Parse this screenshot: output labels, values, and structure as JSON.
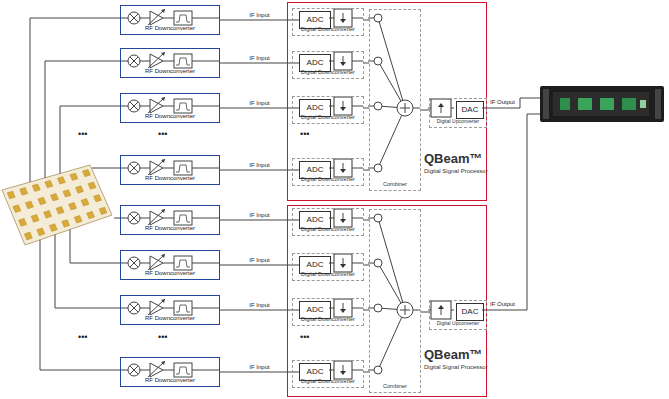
{
  "diagram": {
    "nodes": [
      {
        "text": [
          "RF Downconverter"
        ]
      },
      {
        "text": [
          "RF Downconverter"
        ]
      },
      {
        "text": [
          "RF Downconverter"
        ]
      },
      {
        "text": [
          "RF Downconverter"
        ]
      },
      {
        "text": [
          "QBeam™",
          "Digital Signal Processor"
        ]
      },
      {
        "text": [
          "Digital Downconverter"
        ],
        "in": 4
      },
      {
        "text": [
          "ADC"
        ],
        "in": 5
      },
      {
        "text": [
          "Digital Downconverter"
        ],
        "in": 4
      },
      {
        "text": [
          "ADC"
        ],
        "in": 7
      },
      {
        "text": [
          "Digital Downconverter"
        ],
        "in": 4
      },
      {
        "text": [
          "ADC"
        ],
        "in": 9
      },
      {
        "text": [
          "Digital Downconverter"
        ],
        "in": 4
      },
      {
        "text": [
          "ADC"
        ],
        "in": 11
      },
      {
        "text": [
          "Combiner"
        ],
        "in": 4
      },
      {
        "text": [
          "Digital Upconverter"
        ],
        "in": 4
      },
      {
        "text": [
          "DAC"
        ],
        "in": 14
      },
      {
        "text": [
          "RF Downconverter"
        ]
      },
      {
        "text": [
          "RF Downconverter"
        ]
      },
      {
        "text": [
          "RF Downconverter"
        ]
      },
      {
        "text": [
          "RF Downconverter"
        ]
      },
      {
        "text": [
          "QBeam™",
          "Digital Signal Processor"
        ]
      },
      {
        "text": [
          "Digital Downconverter"
        ],
        "in": 20
      },
      {
        "text": [
          "ADC"
        ],
        "in": 21
      },
      {
        "text": [
          "Digital Downconverter"
        ],
        "in": 20
      },
      {
        "text": [
          "ADC"
        ],
        "in": 23
      },
      {
        "text": [
          "Digital Downconverter"
        ],
        "in": 20
      },
      {
        "text": [
          "ADC"
        ],
        "in": 25
      },
      {
        "text": [
          "Digital Downconverter"
        ],
        "in": 20
      },
      {
        "text": [
          "ADC"
        ],
        "in": 27
      },
      {
        "text": [
          "Combiner"
        ],
        "in": 20
      },
      {
        "text": [
          "Digital Upconverter"
        ],
        "in": 20
      },
      {
        "text": [
          "DAC"
        ],
        "in": 30
      }
    ],
    "edges": [
      {
        "from": 0,
        "to": 6,
        "label": "IF Input",
        "arrow": "none"
      },
      {
        "from": 1,
        "to": 8,
        "label": "IF Input",
        "arrow": "none"
      },
      {
        "from": 2,
        "to": 10,
        "label": "IF Input",
        "arrow": "none"
      },
      {
        "from": 3,
        "to": 12,
        "label": "IF Input",
        "arrow": "none"
      },
      {
        "from": 5,
        "to": 13,
        "arrow": "none"
      },
      {
        "from": 7,
        "to": 13,
        "arrow": "none"
      },
      {
        "from": 9,
        "to": 13,
        "arrow": "none"
      },
      {
        "from": 11,
        "to": 13,
        "arrow": "none"
      },
      {
        "from": 13,
        "to": 14,
        "arrow": "none"
      },
      {
        "from": 16,
        "to": 22,
        "label": "IF Input",
        "arrow": "none"
      },
      {
        "from": 17,
        "to": 24,
        "label": "IF Input",
        "arrow": "none"
      },
      {
        "from": 18,
        "to": 26,
        "label": "IF Input",
        "arrow": "none"
      },
      {
        "from": 19,
        "to": 28,
        "label": "IF Input",
        "arrow": "none"
      },
      {
        "from": 21,
        "to": 29,
        "arrow": "none"
      },
      {
        "from": 23,
        "to": 29,
        "arrow": "none"
      },
      {
        "from": 25,
        "to": 29,
        "arrow": "none"
      },
      {
        "from": 27,
        "to": 29,
        "arrow": "none"
      },
      {
        "from": 29,
        "to": 30,
        "arrow": "none"
      }
    ],
    "labels": [
      "•••",
      "•••",
      "•••",
      "IF Output",
      "•••",
      "•••",
      "•••",
      "IF Output"
    ]
  }
}
